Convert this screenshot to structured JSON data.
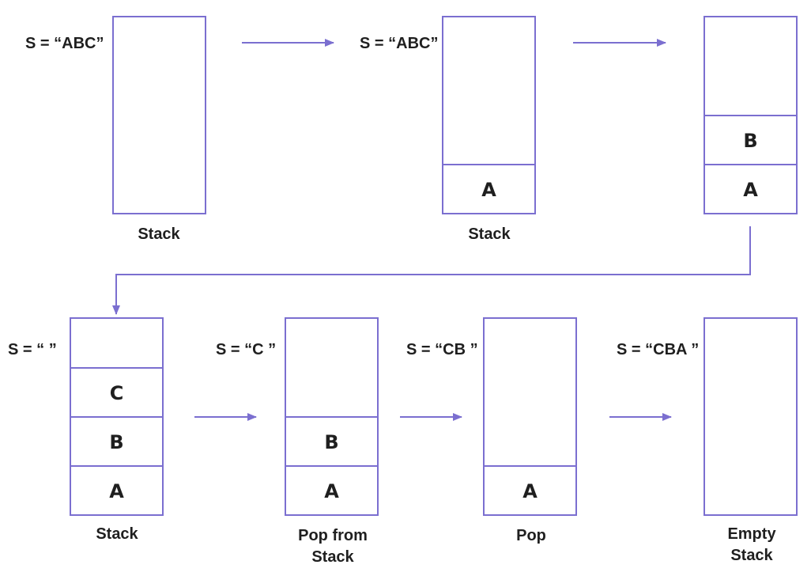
{
  "colors": {
    "accent": "#7b6fd0",
    "text": "#1f1f1f",
    "background": "#ffffff"
  },
  "stages": [
    {
      "string_label": "S = “ABC”",
      "cells": [],
      "caption": [
        "Stack"
      ]
    },
    {
      "string_label": "S = “ABC”",
      "cells": [
        "A"
      ],
      "caption": [
        "Stack"
      ]
    },
    {
      "string_label": "",
      "cells": [
        "A",
        "B"
      ],
      "caption": []
    },
    {
      "string_label": "S = “ ”",
      "cells": [
        "A",
        "B",
        "C"
      ],
      "caption": [
        "Stack"
      ]
    },
    {
      "string_label": "S = “C ”",
      "cells": [
        "A",
        "B"
      ],
      "caption": [
        "Pop from",
        "Stack"
      ]
    },
    {
      "string_label": "S = “CB ”",
      "cells": [
        "A"
      ],
      "caption": [
        "Pop"
      ]
    },
    {
      "string_label": "S = “CBA ”",
      "cells": [],
      "caption": [
        "Empty",
        "Stack"
      ]
    }
  ]
}
